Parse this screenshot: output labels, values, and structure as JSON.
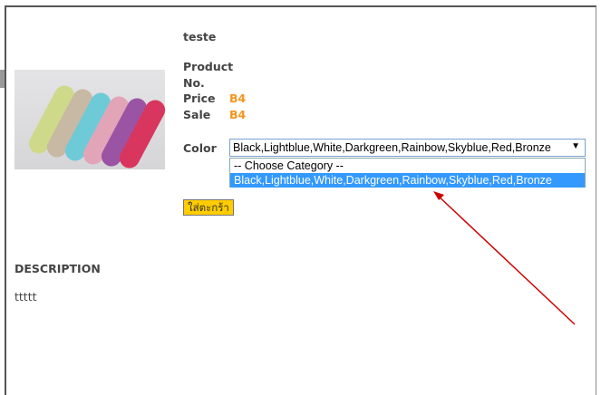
{
  "product": {
    "title": "teste",
    "product_no_label": "Product No.",
    "price_label": "Price",
    "price_value": "B4",
    "sale_label": "Sale",
    "sale_value": "B4",
    "color_label": "Color",
    "color_selected": "Black,Lightblue,White,Darkgreen,Rainbow,Skyblue,Red,Bronze",
    "color_options": [
      "-- Choose Category --",
      "Black,Lightblue,White,Darkgreen,Rainbow,Skyblue,Red,Bronze"
    ],
    "add_to_cart_label": "ใส่ตะกร้า"
  },
  "description": {
    "heading": "DESCRIPTION",
    "text": "ttttt"
  },
  "colors": {
    "accent": "#f7941d",
    "highlight": "#3399ff",
    "button": "#ffcc00",
    "annotation": "#cc0000"
  }
}
